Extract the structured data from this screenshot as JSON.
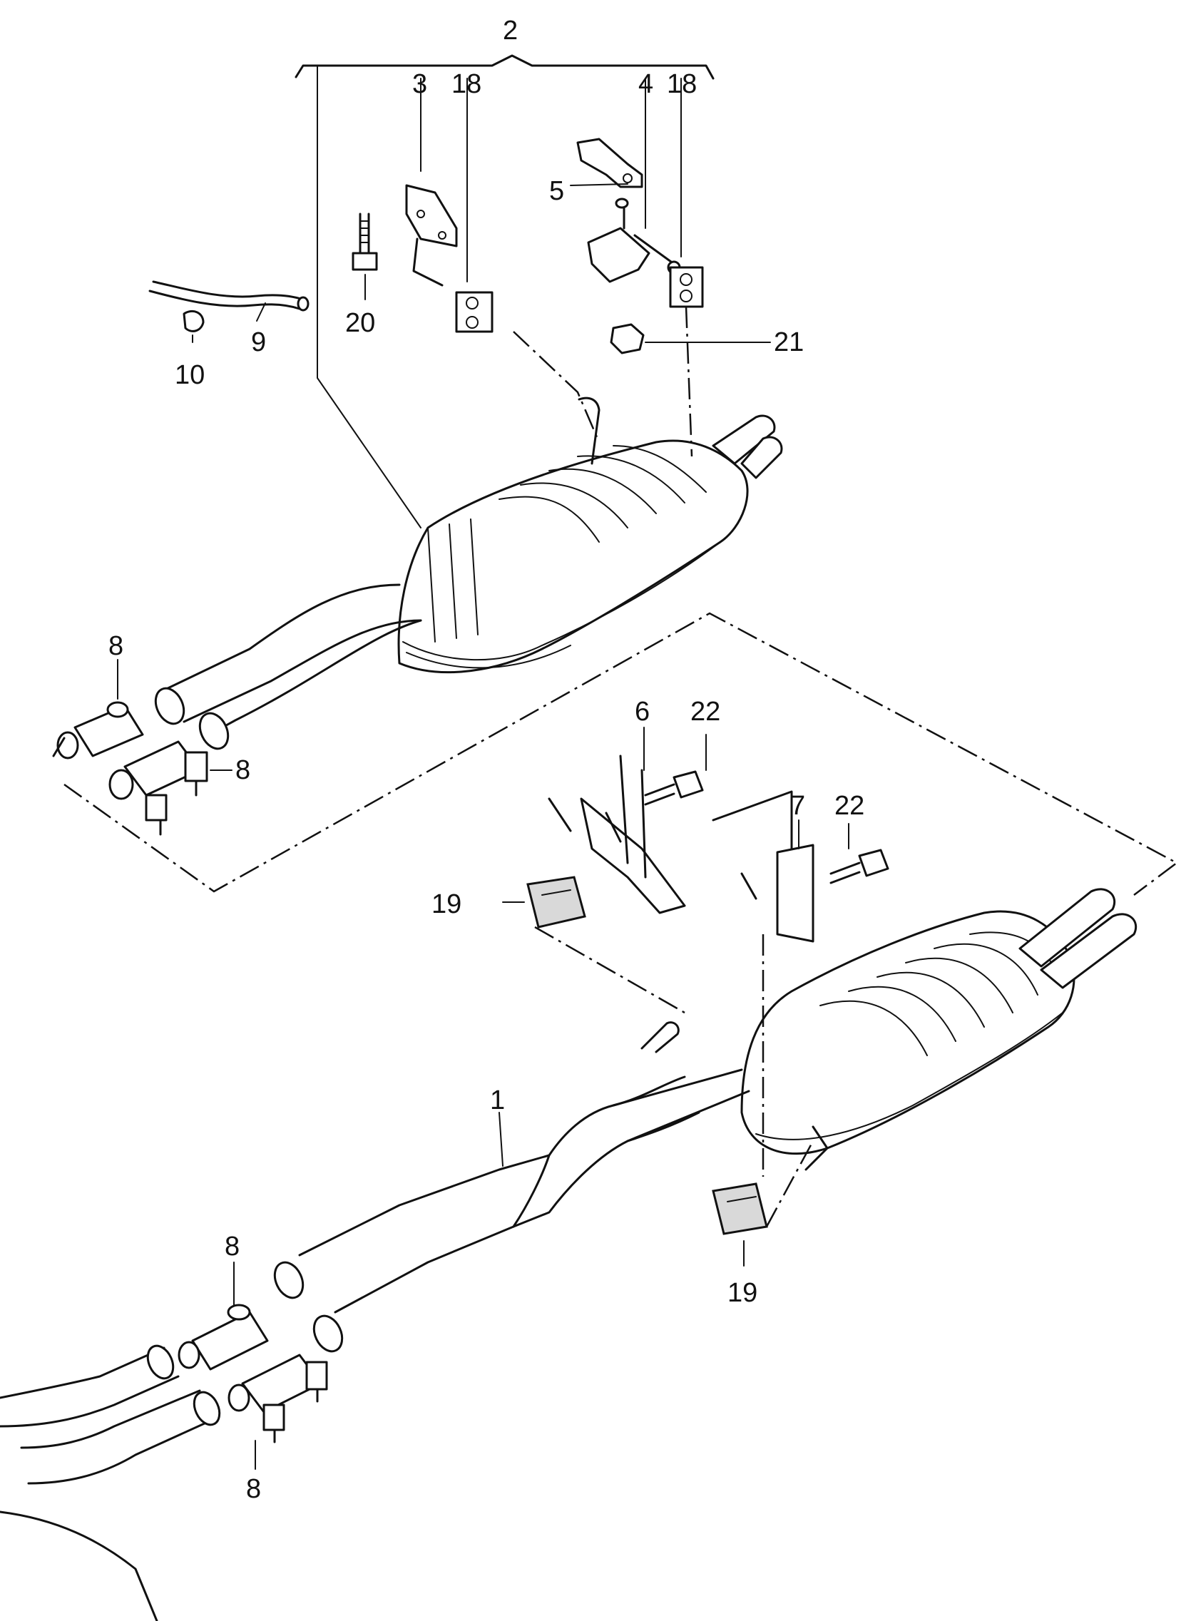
{
  "callouts": {
    "c1": "1",
    "c2": "2",
    "c3": "3",
    "c4": "4",
    "c5": "5",
    "c6": "6",
    "c7": "7",
    "c8a": "8",
    "c8b": "8",
    "c8c": "8",
    "c8d": "8",
    "c9": "9",
    "c10": "10",
    "c18a": "18",
    "c18b": "18",
    "c19a": "19",
    "c19b": "19",
    "c20": "20",
    "c21": "21",
    "c22a": "22",
    "c22b": "22"
  }
}
